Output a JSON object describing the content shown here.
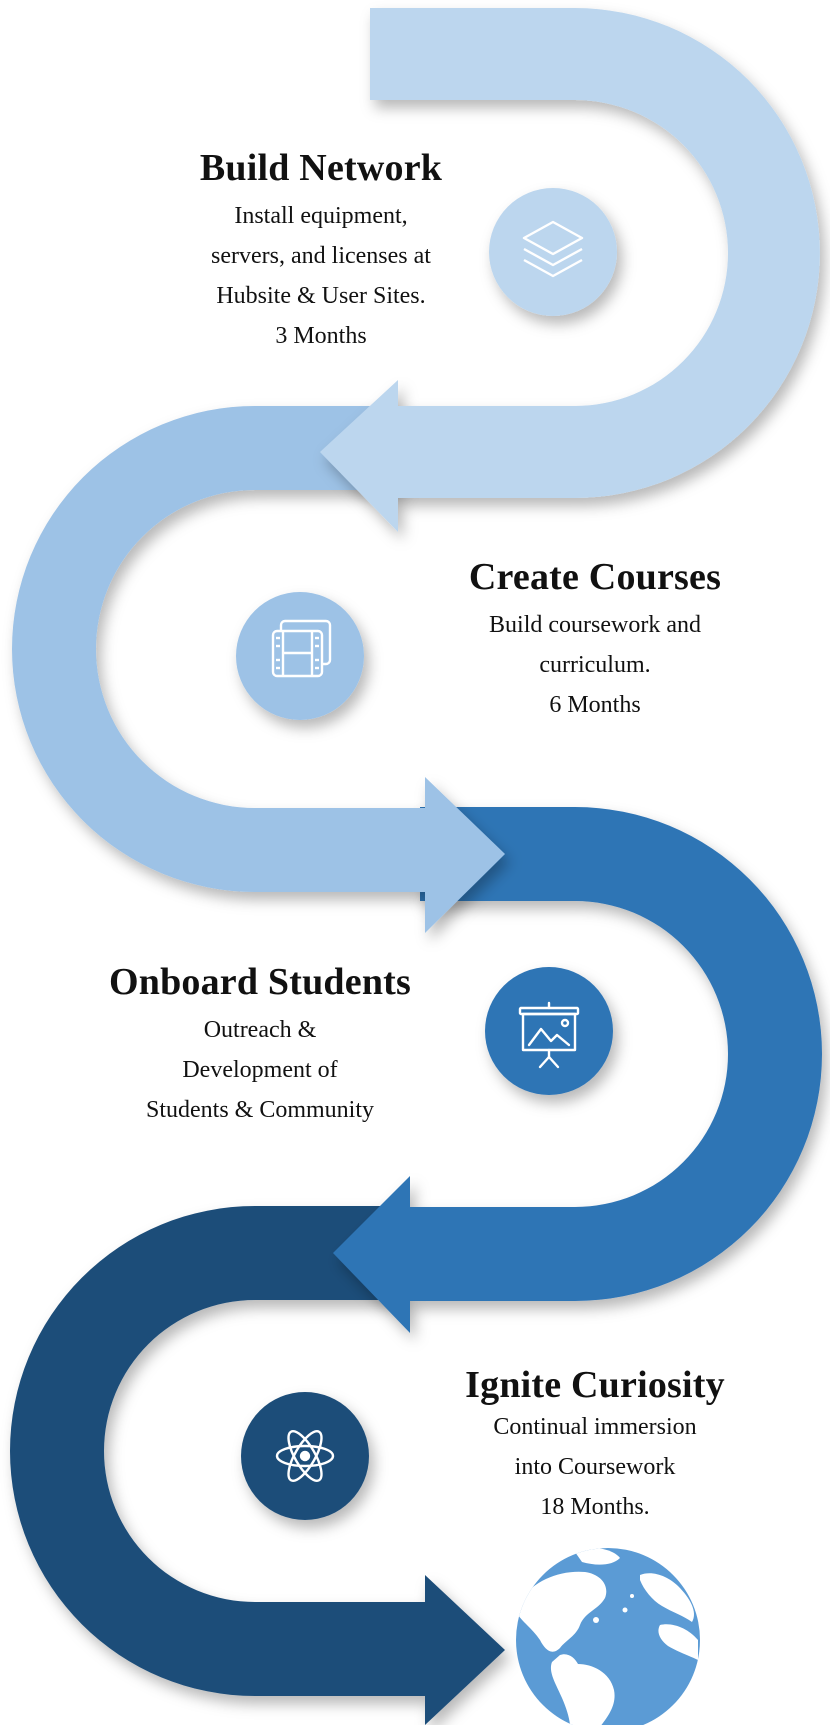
{
  "colors": {
    "band1": "#bcd6ee",
    "band2": "#9dc2e6",
    "band3": "#2f74b5",
    "band4": "#1f4e79",
    "globe_ocean": "#5b9bd5",
    "icon_stroke": "#ffffff"
  },
  "steps": [
    {
      "title": "Build Network",
      "lines": [
        "Install equipment,",
        "servers, and licenses at",
        "Hubsite & User Sites.",
        "3 Months"
      ],
      "icon": "layers-icon"
    },
    {
      "title": "Create Courses",
      "lines": [
        "Build coursework and",
        "curriculum.",
        "6 Months"
      ],
      "icon": "film-icon"
    },
    {
      "title": "Onboard Students",
      "lines": [
        "Outreach &",
        "Development of",
        "Students & Community"
      ],
      "icon": "presentation-icon"
    },
    {
      "title": "Ignite Curiosity",
      "lines": [
        "Continual immersion",
        "into Coursework",
        "18 Months."
      ],
      "icon": "atom-icon"
    }
  ],
  "decor": {
    "end_icon": "globe-icon"
  }
}
